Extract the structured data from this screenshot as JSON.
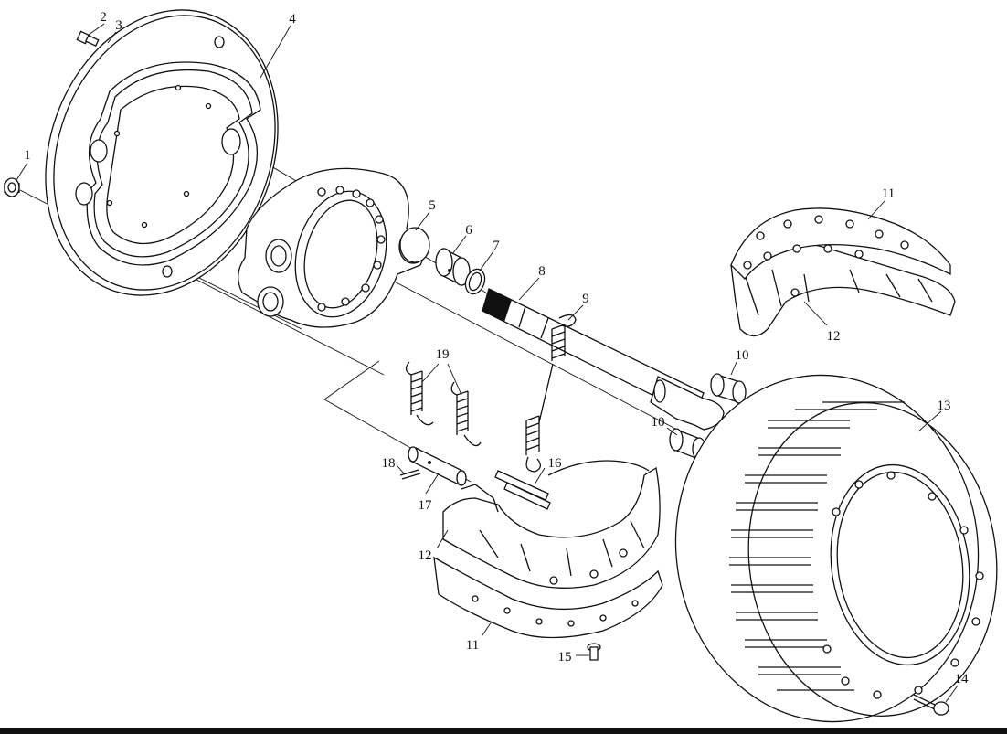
{
  "diagram": {
    "type": "exploded-view-parts-diagram",
    "callouts": [
      {
        "id": "c1",
        "label": "1"
      },
      {
        "id": "c2",
        "label": "2"
      },
      {
        "id": "c3",
        "label": "3"
      },
      {
        "id": "c4",
        "label": "4"
      },
      {
        "id": "c5",
        "label": "5"
      },
      {
        "id": "c6",
        "label": "6"
      },
      {
        "id": "c7",
        "label": "7"
      },
      {
        "id": "c8",
        "label": "8"
      },
      {
        "id": "c9",
        "label": "9"
      },
      {
        "id": "c10a",
        "label": "10"
      },
      {
        "id": "c10b",
        "label": "10"
      },
      {
        "id": "c11a",
        "label": "11"
      },
      {
        "id": "c11b",
        "label": "11"
      },
      {
        "id": "c12a",
        "label": "12"
      },
      {
        "id": "c12b",
        "label": "12"
      },
      {
        "id": "c13",
        "label": "13"
      },
      {
        "id": "c14",
        "label": "14"
      },
      {
        "id": "c15",
        "label": "15"
      },
      {
        "id": "c16",
        "label": "16"
      },
      {
        "id": "c17",
        "label": "17"
      },
      {
        "id": "c18",
        "label": "18"
      },
      {
        "id": "c19",
        "label": "19"
      }
    ]
  }
}
